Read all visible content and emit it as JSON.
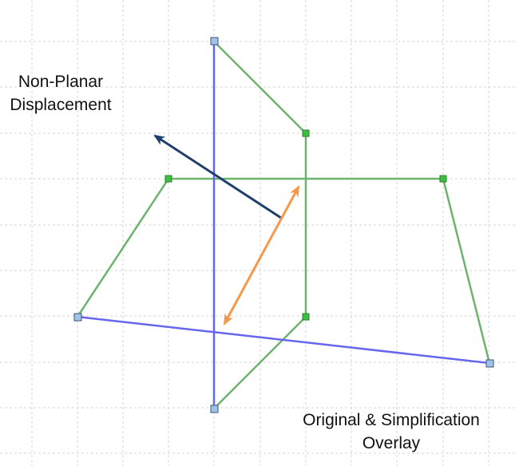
{
  "labels": {
    "non_planar": [
      "Non-Planar",
      "Displacement"
    ],
    "overlay": [
      "Original & Simplification",
      "Overlay"
    ]
  },
  "colors": {
    "background": "#ffffff",
    "grid": "#d4d4d4",
    "original_polygon": "#6666ee",
    "original_vertex_fill": "#9ec3e6",
    "original_vertex_stroke": "#445577",
    "simplified_polygon": "#6db36d",
    "simplified_vertex_fill": "#3fbf3f",
    "simplified_vertex_stroke": "#2e7d32",
    "displacement_arrow": "#1f3f6a",
    "overlay_arrow": "#f4994a"
  },
  "icons": {
    "displacement_arrow": "single-headed-arrow",
    "overlay_arrow": "double-headed-arrow",
    "vertex": "square-handle"
  }
}
